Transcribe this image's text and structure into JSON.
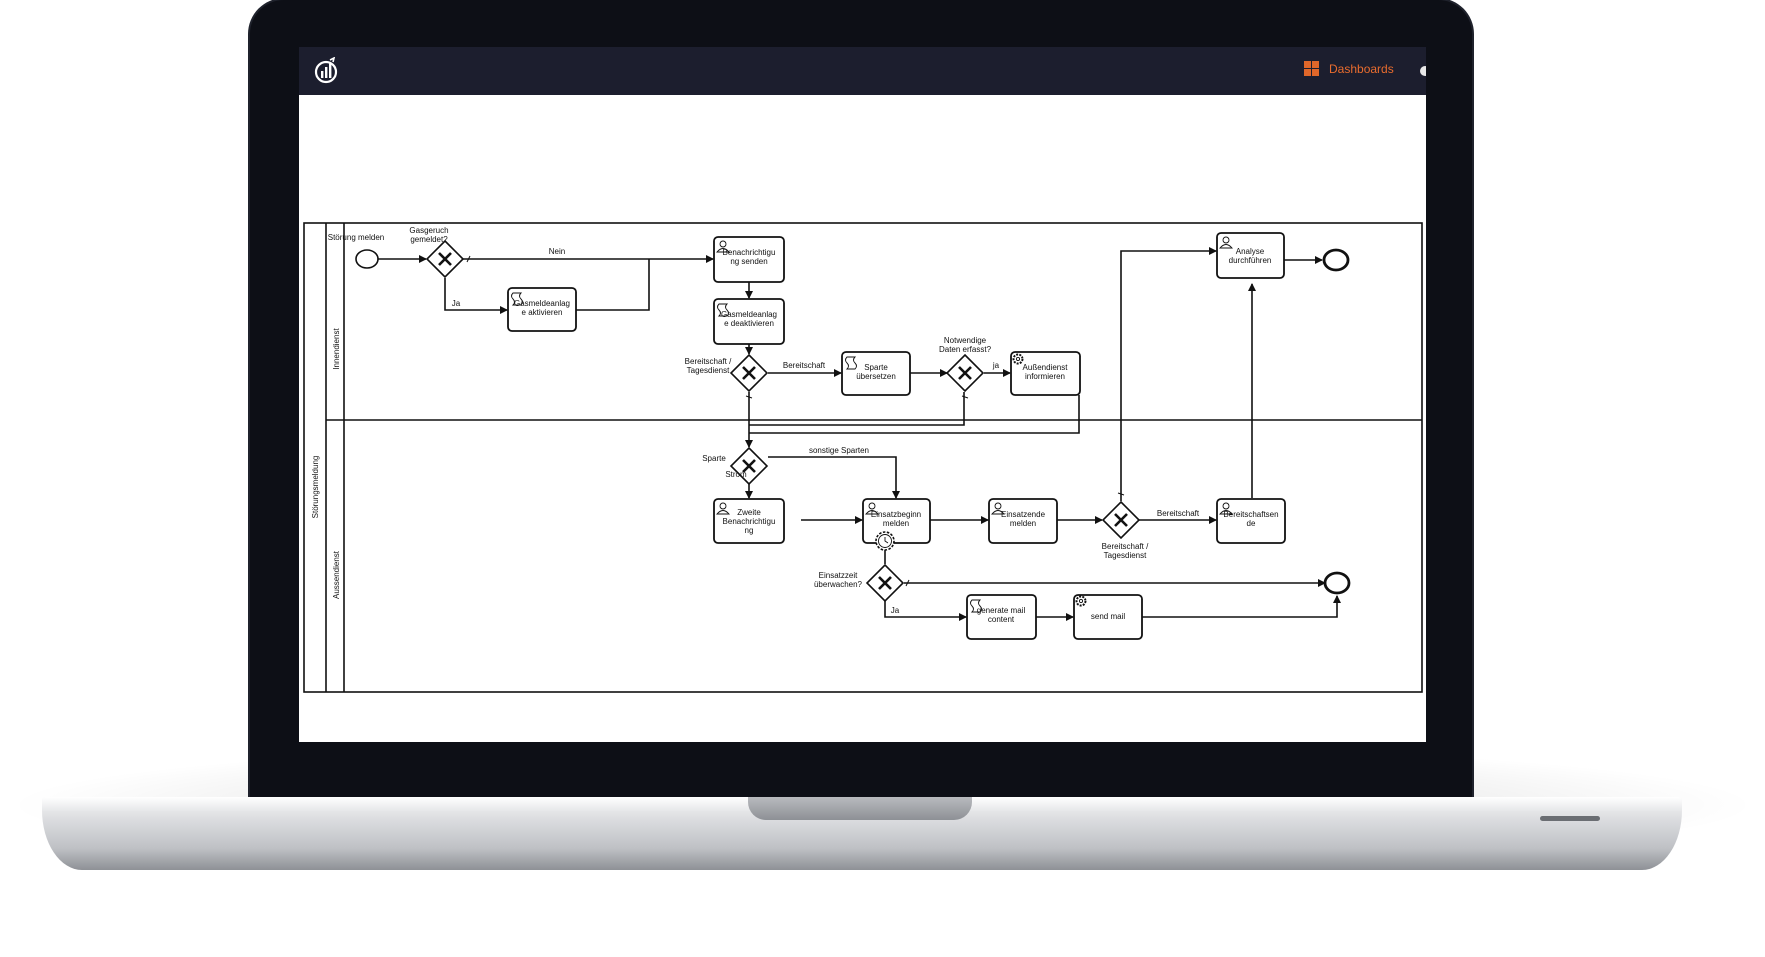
{
  "app": {
    "nav_dashboards_label": "Dashboards",
    "accent_color": "#e86c2e",
    "header_bg": "#1c1e2e"
  },
  "diagram": {
    "pool_label": "Störungsmeldung",
    "lanes": {
      "inner": "Innendienst",
      "outer": "Aussendienst"
    },
    "start_label": "Störung melden",
    "gw_gas": [
      "Gasgeruch",
      "gemeldet?"
    ],
    "flow_nein": "Nein",
    "flow_ja": "Ja",
    "task_benachrichtigung": [
      "Benachrichtigu",
      "ng senden"
    ],
    "task_gasmelde_akt": [
      "Gasmeldeanlag",
      "e aktivieren"
    ],
    "task_gasmelde_deakt": [
      "Gasmeldeanlag",
      "e deaktivieren"
    ],
    "gw_bereitschaft": [
      "Bereitschaft /",
      "Tagesdienst"
    ],
    "flow_bereitschaft": "Bereitschaft",
    "task_sparte": [
      "Sparte",
      "übersetzen"
    ],
    "gw_daten": [
      "Notwendige",
      "Daten erfasst?"
    ],
    "flow_ja_lower": "ja",
    "task_aussendienst": [
      "Außendienst",
      "informieren"
    ],
    "task_analyse": [
      "Analyse",
      "durchführen"
    ],
    "gw_sparte": "Sparte",
    "flow_sonstige": "sonstige Sparten",
    "flow_strom": "Strom",
    "task_zweite": [
      "Zweite",
      "Benachrichtigu",
      "ng"
    ],
    "task_einsatzbeginn": [
      "Einsatzbeginn",
      "melden"
    ],
    "task_einsatzende": [
      "Einsatzende",
      "melden"
    ],
    "gw_bereit2": [
      "Bereitschaft /",
      "Tagesdienst"
    ],
    "flow_bereitschaft2": "Bereitschaft",
    "task_bereitschaftsende": [
      "Bereitschaftsen",
      "de"
    ],
    "gw_einsatzzeit": [
      "Einsatzzeit",
      "überwachen?"
    ],
    "flow_ja2": "Ja",
    "task_generate": [
      "generate mail",
      "content"
    ],
    "task_send": "send mail"
  }
}
